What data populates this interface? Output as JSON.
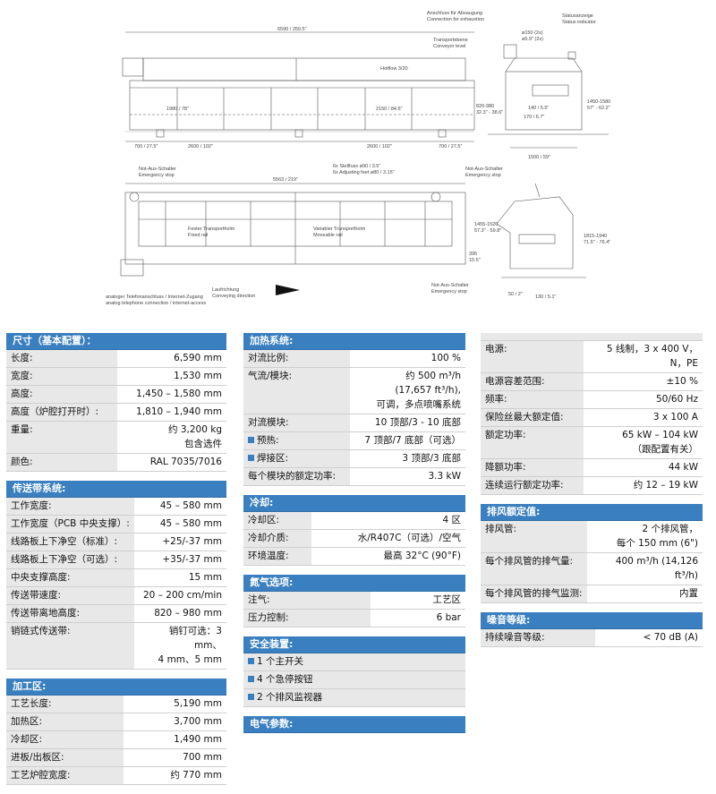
{
  "drawing_labels": {
    "len_total": "6590 / 259.5\"",
    "exhaust": "Anschluss für Absaugung",
    "exhaust_en": "Connection for exhaustion",
    "status": "Statusanzeige",
    "status_en": "Status indicator",
    "conveyor_level": "Transportebene",
    "conveyor_level_en": "Conveyor level",
    "hotflow": "Hotflow 3/20",
    "dia1": "ø150 (2x)",
    "dia2": "ø5.9\" (2x)",
    "d1980": "1980 / 78\"",
    "d2150": "2150 / 84.6\"",
    "d700a": "700 / 27.5\"",
    "d2600a": "2600 / 102\"",
    "d2600b": "2600 / 102\"",
    "d700b": "700 / 27.5\"",
    "h820": "820-980",
    "h820in": "32.3\" - 38.6\"",
    "d1450": "1450-1580",
    "d1450in": "57\" - 62.2\"",
    "d140": "140 / 5.5\"",
    "d170": "170 / 6.7\"",
    "d1500": "1500 / 59\"",
    "feet": "6x Stellfuss ø90 / 3.5\"",
    "feet_en": "6x Adjusting feet ø80 / 3.15\"",
    "d5563": "5563 / 219\"",
    "estop1": "Not-Aus-Schalter",
    "estop1_en": "Emergency stop",
    "estop2": "Not-Aus-Schalter",
    "estop2_en": "Emergency stop",
    "estop3": "Not-Aus-Schalter",
    "estop3_en": "Emergency stop",
    "fixed_rail": "Fester Transportholm",
    "fixed_rail_en": "Fixed rail",
    "mov_rail": "Variabler Transportholm",
    "mov_rail_en": "Moveable rail",
    "d395": "395",
    "d395in": "15.5\"",
    "d1815": "1815-1940",
    "d1815in": "71.5\" - 76.4\"",
    "d1455": "1455-1520",
    "d1455in": "57.3\" - 59.8\"",
    "d50": "50 / 2\"",
    "d130": "130 / 5.1\"",
    "direction": "Laufrichtung",
    "direction_en": "Conveying direction",
    "phone": "analoger Telefonanschluss / Internet-Zugang",
    "phone_en": "analog telephone connection / internet-access"
  },
  "col1": [
    {
      "title": "尺寸（基本配置）：",
      "rows": [
        [
          "长度:",
          "6,590 mm"
        ],
        [
          "宽度:",
          "1,530 mm"
        ],
        [
          "高度:",
          "1,450 – 1,580 mm"
        ],
        [
          "高度（炉腔打开时）:",
          "1,810 – 1,940 mm"
        ],
        [
          "重量:",
          "约 3,200 kg\n包含选件"
        ],
        [
          "颜色:",
          "RAL 7035/7016"
        ]
      ]
    },
    {
      "title": "传送带系统:",
      "rows": [
        [
          "工作宽度:",
          "45 – 580 mm"
        ],
        [
          "工作宽度（PCB 中央支撑）:",
          "45 – 580 mm"
        ],
        [
          "线路板上下净空（标准）:",
          "+25/-37 mm"
        ],
        [
          "线路板上下净空（可选）:",
          "+35/-37 mm"
        ],
        [
          "中央支撑高度:",
          "15 mm"
        ],
        [
          "传送带速度:",
          "20 – 200 cm/min"
        ],
        [
          "传送带离地高度:",
          "820 – 980 mm"
        ],
        [
          "销链式传送带:",
          "销钉可选：3 mm、\n4 mm、5 mm"
        ]
      ]
    },
    {
      "title": "加工区:",
      "rows": [
        [
          "工艺长度:",
          "5,190 mm"
        ],
        [
          "加热区:",
          "3,700 mm"
        ],
        [
          "冷却区:",
          "1,490 mm"
        ],
        [
          "进板/出板区:",
          "700 mm"
        ],
        [
          "工艺炉腔宽度:",
          "约 770 mm"
        ]
      ]
    }
  ],
  "col2": [
    {
      "title": "加热系统:",
      "rows": [
        [
          "对流比例:",
          "100 %"
        ],
        [
          "气流/模块:",
          "约 500 m³/h\n(17,657 ft³/h),\n可调，多点喷嘴系统"
        ],
        [
          "对流模块:",
          "10 顶部/3 - 10 底部"
        ],
        [
          "■预热:",
          "7 顶部/7 底部（可选）"
        ],
        [
          "■焊接区:",
          "3 顶部/3 底部"
        ],
        [
          "每个模块的额定功率:",
          "3.3 kW"
        ]
      ]
    },
    {
      "title": "冷却:",
      "rows": [
        [
          "冷却区:",
          "4 区"
        ],
        [
          "冷却介质:",
          "水/R407C（可选）/空气"
        ],
        [
          "环境温度:",
          "最高 32°C (90°F)"
        ]
      ]
    },
    {
      "title": "氮气选项:",
      "rows": [
        [
          "注气:",
          "工艺区"
        ],
        [
          "压力控制:",
          "6 bar"
        ]
      ]
    },
    {
      "title": "安全装置:",
      "bullets": [
        "1 个主开关",
        "4 个急停按钮",
        "2 个排风监视器"
      ]
    },
    {
      "title": "电气参数:",
      "rows": []
    }
  ],
  "col3": [
    {
      "title": "",
      "rows": [
        [
          "电源:",
          "5 线制，3 x 400 V，\nN，PE"
        ],
        [
          "电源容差范围:",
          "±10 %"
        ],
        [
          "频率:",
          "50/60 Hz"
        ],
        [
          "保险丝最大额定值:",
          "3 x 100 A"
        ],
        [
          "额定功率:",
          "65 kW – 104 kW\n（跟配置有关）"
        ],
        [
          "降额功率:",
          "44 kW"
        ],
        [
          "连续运行额定功率:",
          "约 12 – 19 kW"
        ]
      ]
    },
    {
      "title": "排风额定值:",
      "rows": [
        [
          "排风管:",
          "2 个排风管，\n每个 150 mm (6\")"
        ],
        [
          "每个排风管的排气量:",
          "400 m³/h (14,126 ft³/h)"
        ],
        [
          "每个排风管的排气监测:",
          "内置"
        ]
      ]
    },
    {
      "title": "噪音等级:",
      "rows": [
        [
          "持续噪音等级:",
          "< 70 dB (A)"
        ]
      ]
    }
  ]
}
